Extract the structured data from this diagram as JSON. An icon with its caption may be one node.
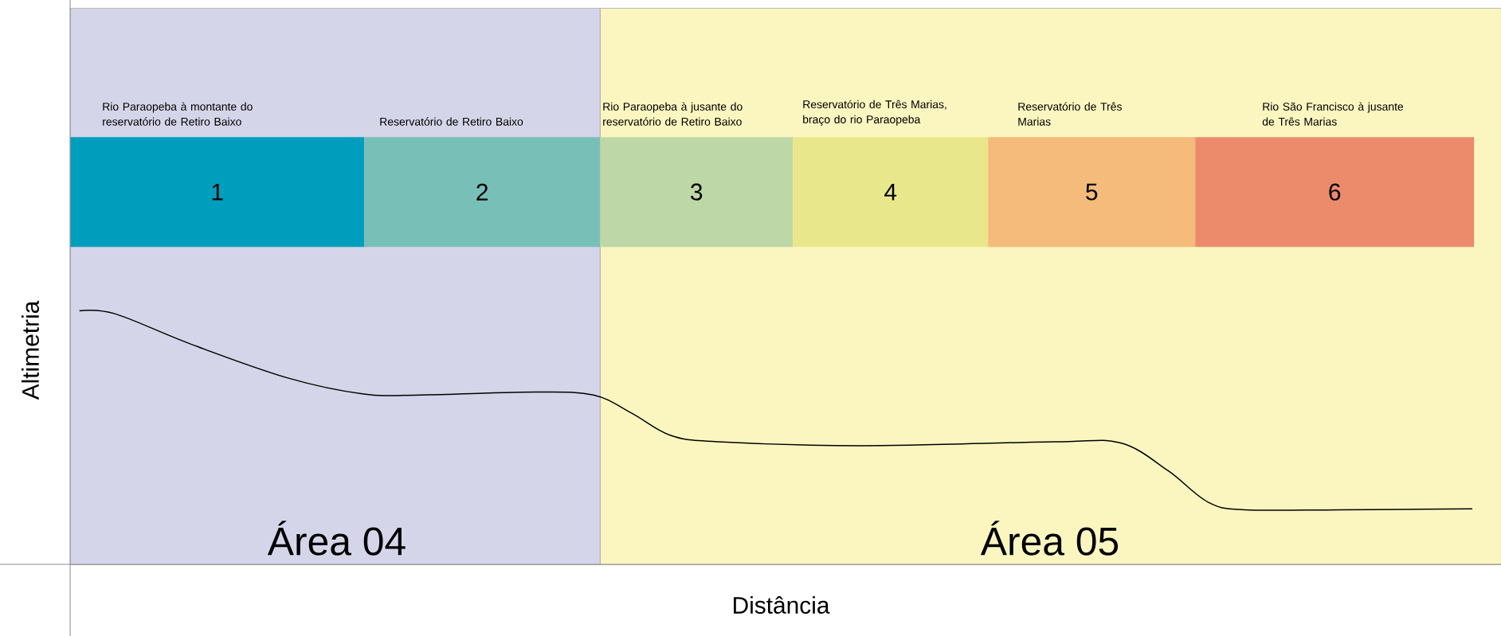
{
  "diagram": {
    "nodes": [
      {
        "text": [
          "Área 04"
        ]
      },
      {
        "text": [
          "Área 05"
        ]
      },
      {
        "text": [
          "1"
        ],
        "beside": [
          "Rio Paraopeba à montante do reservatório de Retiro Baixo"
        ],
        "in": 0
      },
      {
        "text": [
          "2"
        ],
        "beside": [
          "Reservatório de Retiro Baixo"
        ],
        "in": 0
      },
      {
        "text": [
          "3"
        ],
        "beside": [
          "Rio Paraopeba à jusante do reservatório de Retiro Baixo"
        ],
        "in": 1
      },
      {
        "text": [
          "4"
        ],
        "beside": [
          "Reservatório de Três Marias, braço do rio Paraopeba"
        ],
        "in": 1
      },
      {
        "text": [
          "5"
        ],
        "beside": [
          "Reservatório de Três Marias"
        ],
        "in": 1
      },
      {
        "text": [
          "6"
        ],
        "beside": [
          "Rio São Francisco à jusante de Três Marias"
        ],
        "in": 1
      }
    ],
    "labels": [
      "Altimetria",
      "Distância"
    ]
  }
}
